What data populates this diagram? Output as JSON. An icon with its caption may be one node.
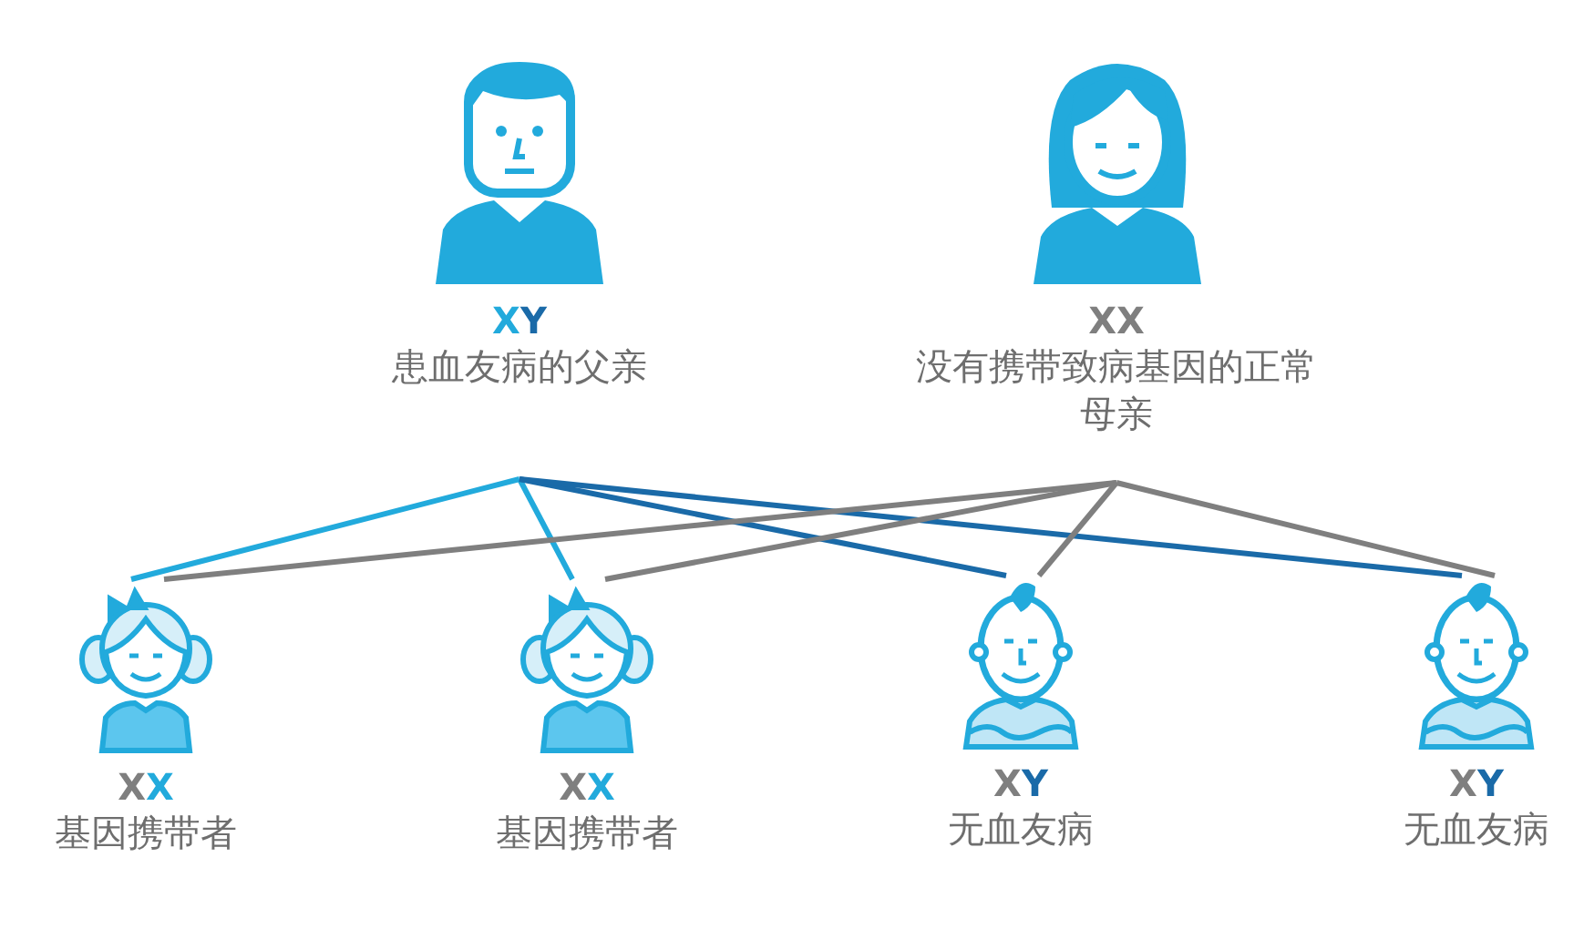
{
  "diagram": {
    "nodes": [
      {
        "text": [
          "XY",
          "患血友病的父亲"
        ]
      },
      {
        "text": [
          "XX",
          "没有携带致病基因的正常母亲"
        ]
      },
      {
        "text": [
          "XX",
          "基因携带者"
        ]
      },
      {
        "text": [
          "XX",
          "基因携带者"
        ]
      },
      {
        "text": [
          "XY",
          "无血友病"
        ]
      },
      {
        "text": [
          "XY",
          "无血友病"
        ]
      }
    ],
    "edges": [
      {
        "from": 0,
        "to": 2,
        "arrow": "none",
        "color": "#22aadc"
      },
      {
        "from": 0,
        "to": 3,
        "arrow": "none",
        "color": "#22aadc"
      },
      {
        "from": 0,
        "to": 4,
        "arrow": "none",
        "color": "#1a6aa8"
      },
      {
        "from": 0,
        "to": 5,
        "arrow": "none",
        "color": "#1a6aa8"
      },
      {
        "from": 1,
        "to": 2,
        "arrow": "none",
        "color": "#7f7f7f"
      },
      {
        "from": 1,
        "to": 3,
        "arrow": "none",
        "color": "#7f7f7f"
      },
      {
        "from": 1,
        "to": 4,
        "arrow": "none",
        "color": "#7f7f7f"
      },
      {
        "from": 1,
        "to": 5,
        "arrow": "none",
        "color": "#7f7f7f"
      }
    ]
  }
}
